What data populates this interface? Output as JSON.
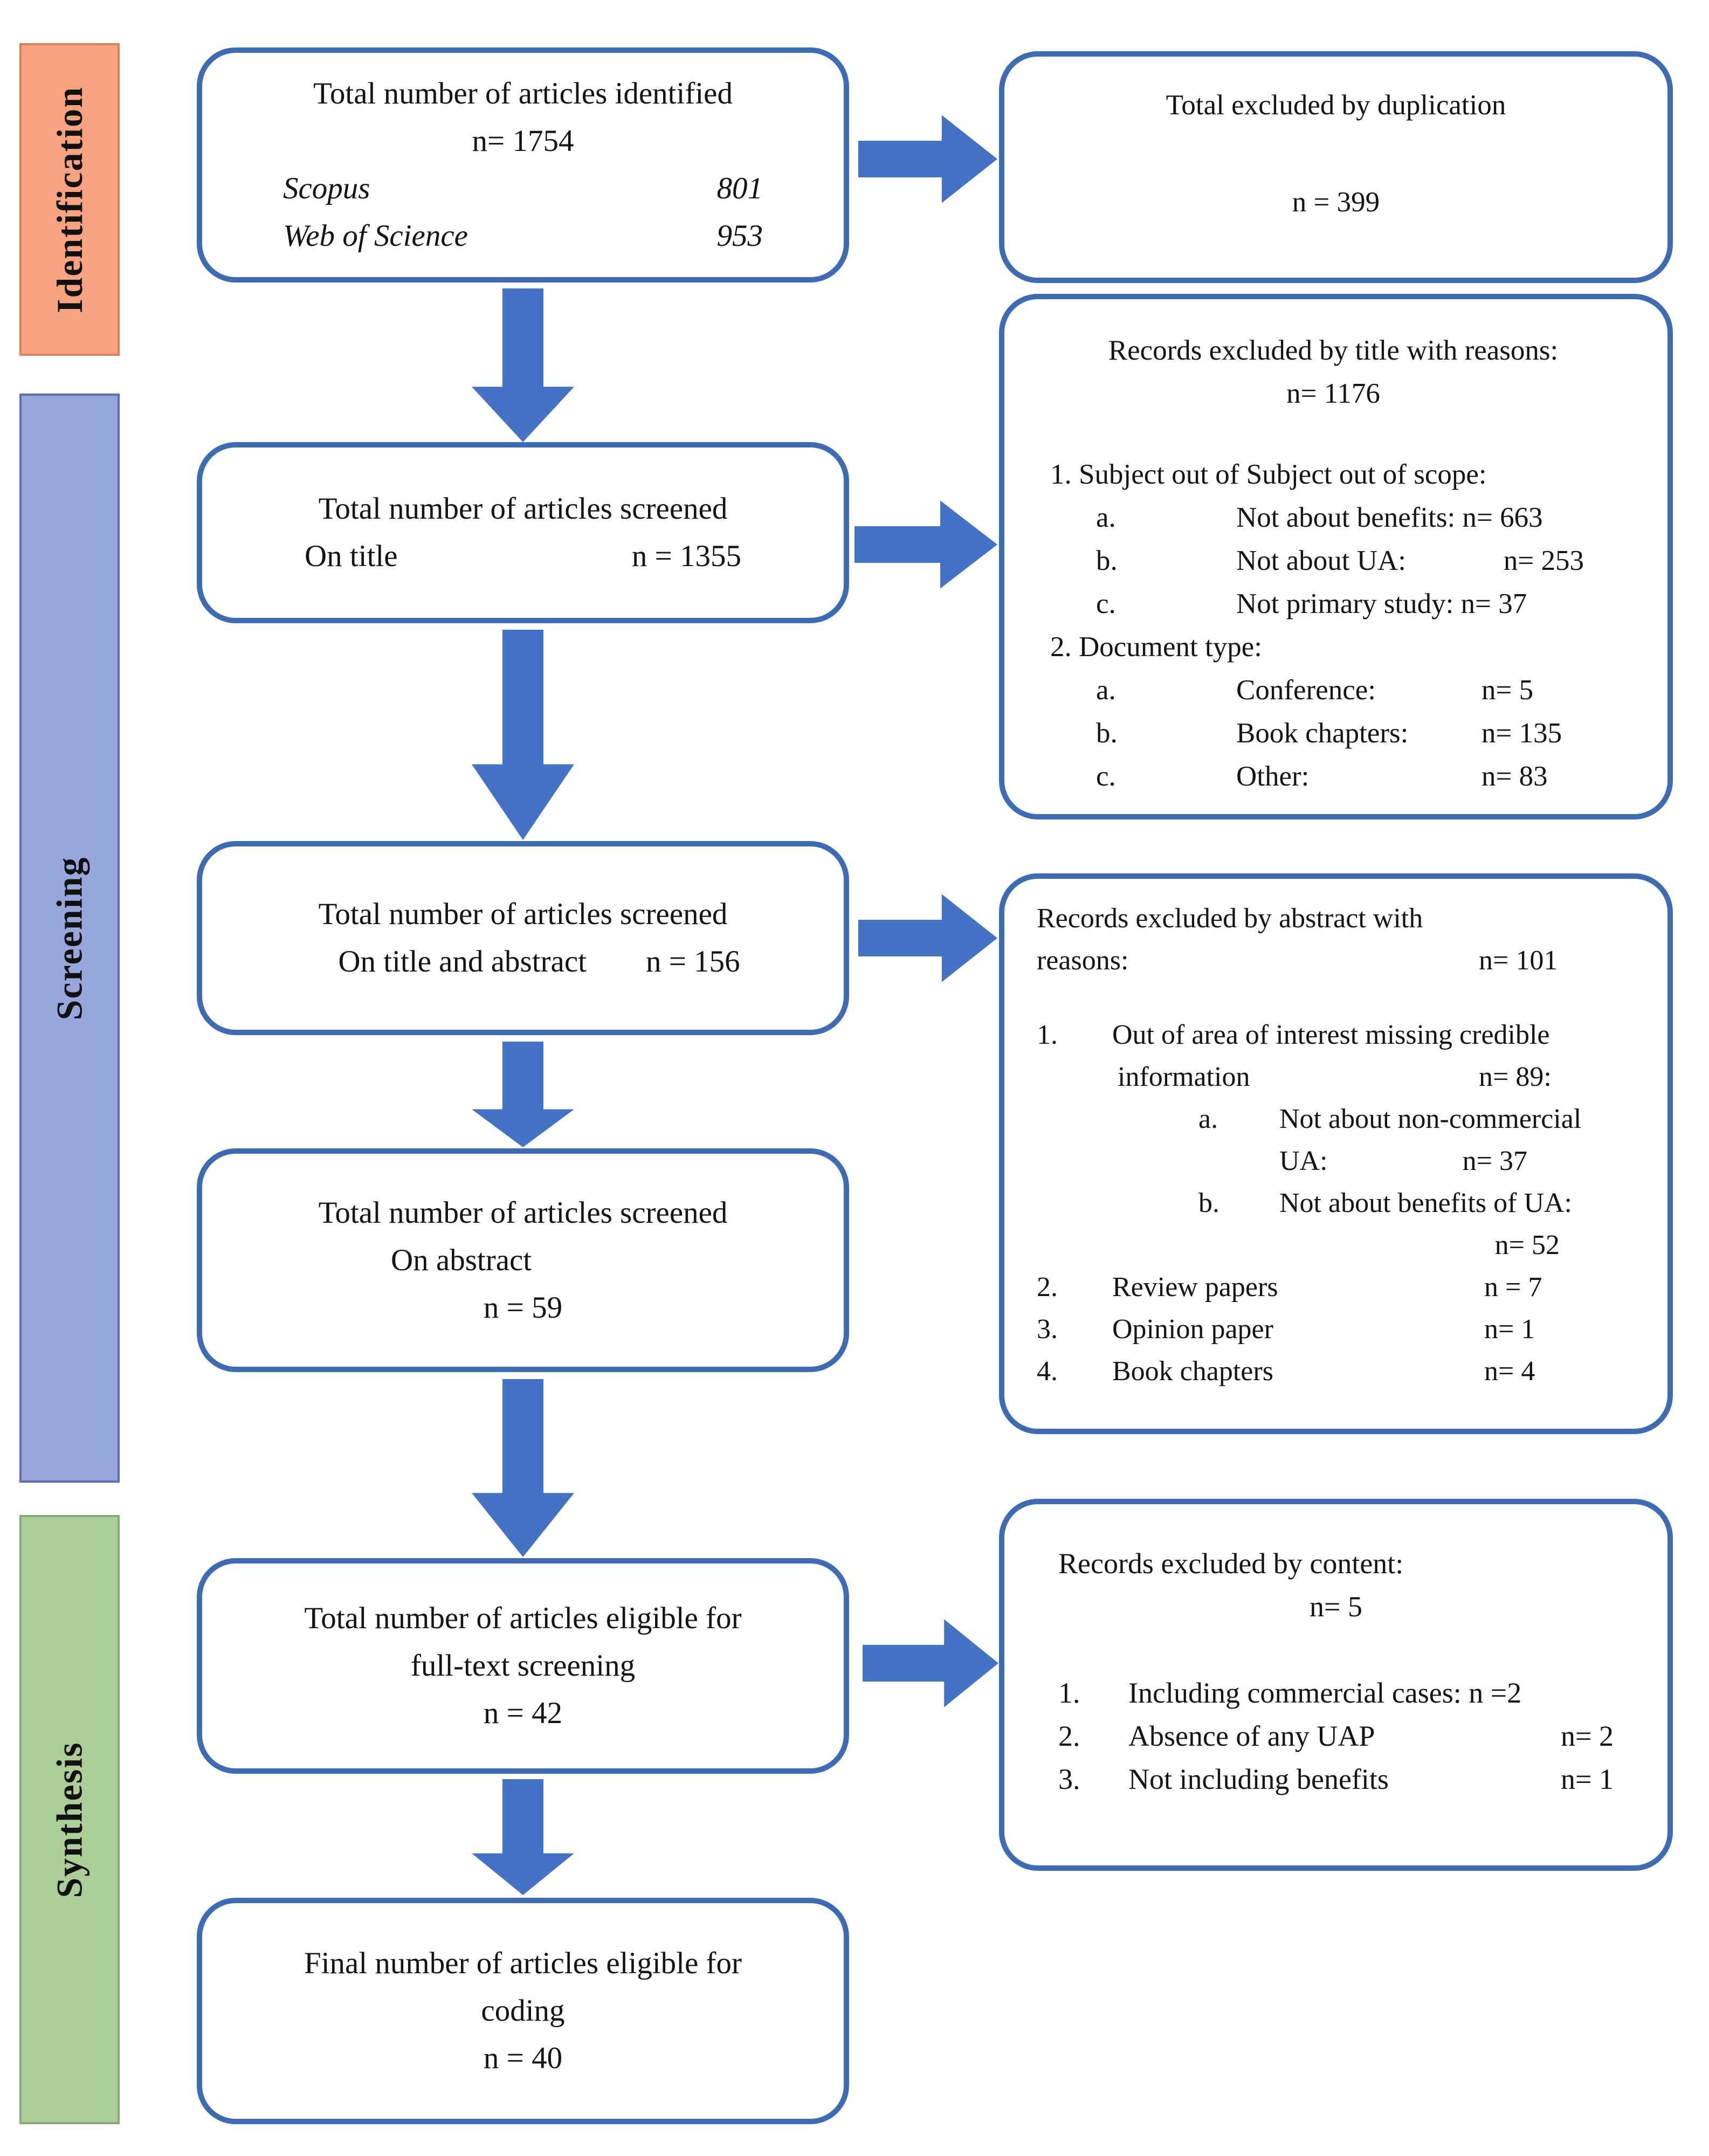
{
  "stages": {
    "identification": "Identification",
    "screening": "Screening",
    "synthesis": "Synthesis"
  },
  "colors": {
    "box_border_blue": "#3d6cb4",
    "arrow_blue": "#4472c4",
    "identification_fill": "#f5a47f",
    "identification_border": "#d9825f",
    "screening_fill": "#98a7db",
    "screening_border": "#5b6fb5",
    "synthesis_fill": "#abce97",
    "synthesis_border": "#86ab74"
  },
  "boxes": {
    "identified": {
      "title": "Total number of articles identified",
      "n": "n= 1754",
      "sources": [
        {
          "name": "Scopus",
          "value": "801"
        },
        {
          "name": "Web of Science",
          "value": "953"
        }
      ]
    },
    "screened_title": {
      "title": "Total number of articles screened",
      "label": "On title",
      "n": "n = 1355"
    },
    "screened_title_abstract": {
      "title": "Total number of articles screened",
      "label": "On title and abstract",
      "n": "n = 156"
    },
    "screened_abstract": {
      "title": "Total number of articles screened",
      "label": "On abstract",
      "n": "n = 59"
    },
    "eligible_fulltext": {
      "line1": "Total number of articles eligible for",
      "line2": "full-text screening",
      "n": "n = 42"
    },
    "final_coding": {
      "line1": "Final number of articles eligible for",
      "line2": "coding",
      "n": "n = 40"
    }
  },
  "exclusions": {
    "duplication": {
      "title": "Total excluded by duplication",
      "n": "n = 399"
    },
    "by_title": {
      "title": "Records excluded by title with reasons:",
      "n": "n= 1176",
      "group1": {
        "heading": "1. Subject out of Subject out of scope:",
        "items": [
          {
            "marker": "a.",
            "text": "Not about benefits: n= 663"
          },
          {
            "marker": "b.",
            "text": "Not about UA:",
            "value": "n= 253"
          },
          {
            "marker": "c.",
            "text": "Not primary study: n= 37"
          }
        ]
      },
      "group2": {
        "heading": "2. Document type:",
        "items": [
          {
            "marker": "a.",
            "text": "Conference:",
            "value": "n= 5"
          },
          {
            "marker": "b.",
            "text": "Book chapters:",
            "value": "n= 135"
          },
          {
            "marker": "c.",
            "text": "Other:",
            "value": "n= 83"
          }
        ]
      }
    },
    "by_abstract": {
      "title_line1": "Records excluded by abstract with",
      "title_line2": "reasons:",
      "n": "n= 101",
      "item1": {
        "marker": "1.",
        "line1": "Out of area of interest missing credible",
        "line2": "information",
        "line2_value": "n= 89:",
        "sub_a": {
          "marker": "a.",
          "line1": "Not about non-commercial",
          "line2": "UA:",
          "line2_value": "n= 37"
        },
        "sub_b": {
          "marker": "b.",
          "line1": "Not about benefits of UA:",
          "line2_value": "n= 52"
        }
      },
      "item2": {
        "marker": "2.",
        "text": "Review papers",
        "value": "n = 7"
      },
      "item3": {
        "marker": "3.",
        "text": "Opinion paper",
        "value": "n= 1"
      },
      "item4": {
        "marker": "4.",
        "text": "Book chapters",
        "value": "n= 4"
      }
    },
    "by_content": {
      "title": "Records excluded by content:",
      "n": "n= 5",
      "items": [
        {
          "marker": "1.",
          "text": "Including commercial cases: n =2"
        },
        {
          "marker": "2.",
          "text": "Absence of any UAP",
          "value": "n= 2"
        },
        {
          "marker": "3.",
          "text": "Not including benefits",
          "value": "n= 1"
        }
      ]
    }
  }
}
